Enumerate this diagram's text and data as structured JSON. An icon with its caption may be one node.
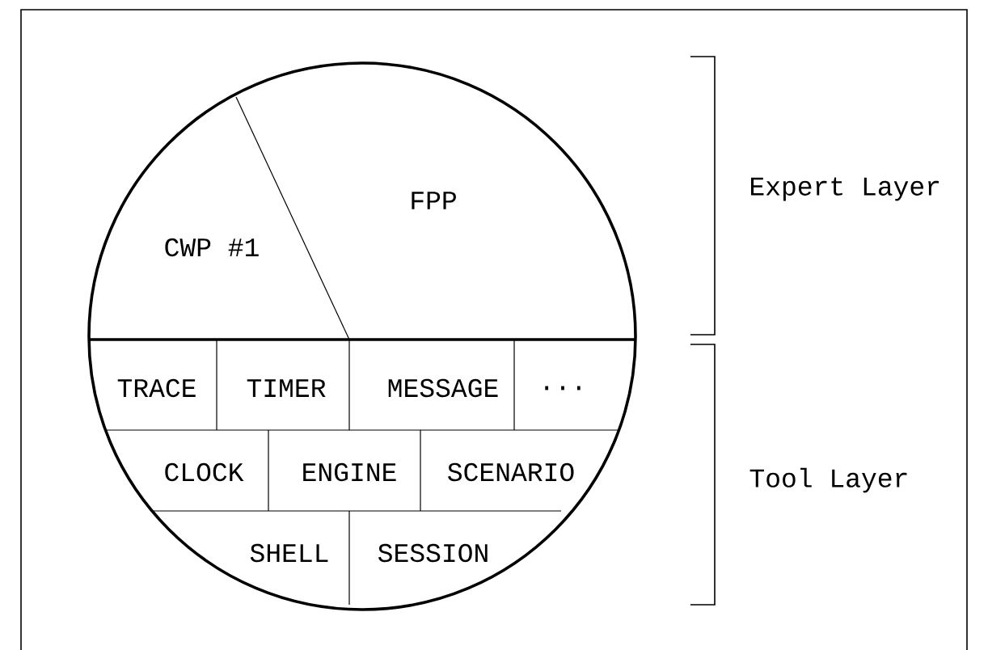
{
  "diagram": {
    "nodes": [
      {
        "text": [],
        "shape": "circle"
      },
      {
        "text": [
          "CWP #1"
        ],
        "in": 0
      },
      {
        "text": [
          "FPP"
        ],
        "in": 0
      },
      {
        "text": [
          "TRACE"
        ],
        "in": 0
      },
      {
        "text": [
          "TIMER"
        ],
        "in": 0
      },
      {
        "text": [
          "MESSAGE"
        ],
        "in": 0
      },
      {
        "text": [
          "..."
        ],
        "in": 0
      },
      {
        "text": [
          "CLOCK"
        ],
        "in": 0
      },
      {
        "text": [
          "ENGINE"
        ],
        "in": 0
      },
      {
        "text": [
          "SCENARIO"
        ],
        "in": 0
      },
      {
        "text": [
          "SHELL"
        ],
        "in": 0
      },
      {
        "text": [
          "SESSION"
        ],
        "in": 0
      }
    ],
    "labels": [
      "Expert Layer",
      "Tool Layer"
    ]
  }
}
